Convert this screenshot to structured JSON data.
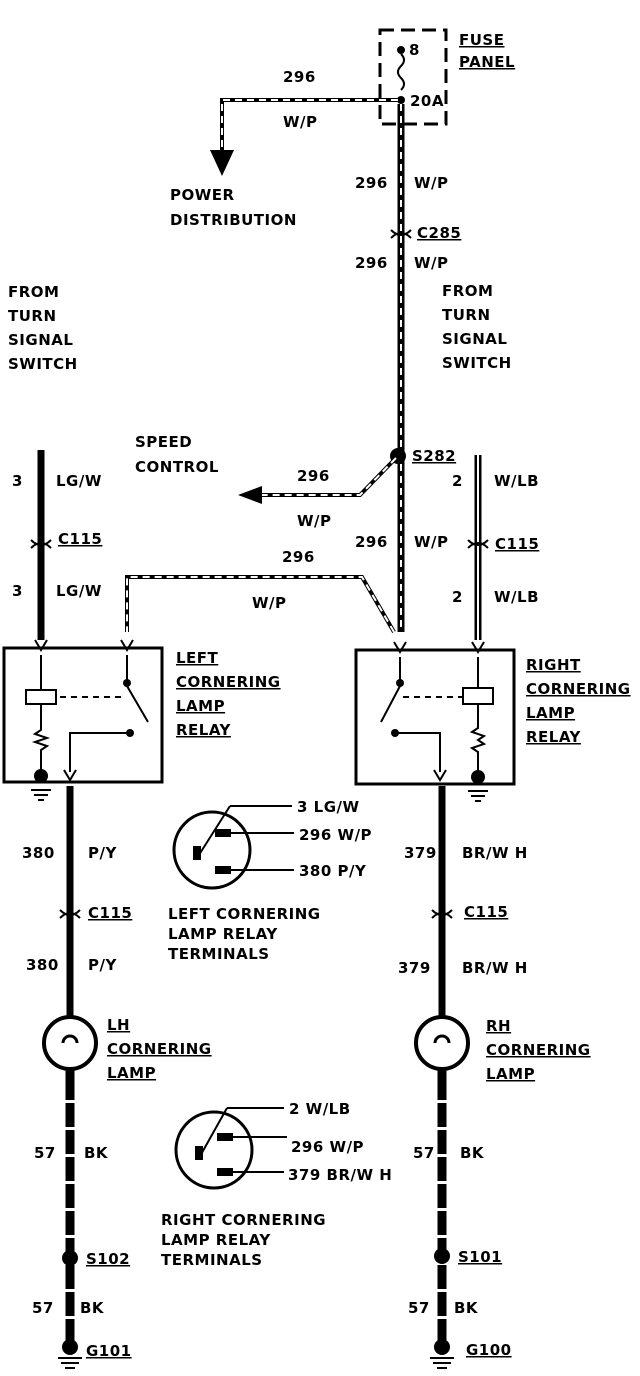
{
  "fuse_panel": {
    "label1": "FUSE",
    "label2": "PANEL",
    "fuse_number": "8",
    "fuse_rating": "20A"
  },
  "power_dist": {
    "circuit": "296",
    "color": "W/P",
    "label1": "POWER",
    "label2": "DISTRIBUTION"
  },
  "main_feed": {
    "upper_circuit": "296",
    "upper_color": "W/P",
    "connector": "C285",
    "lower_circuit": "296",
    "lower_color": "W/P",
    "splice": "S282",
    "below_splice_circuit": "296",
    "below_splice_color": "W/P"
  },
  "speed_control": {
    "label1": "SPEED",
    "label2": "CONTROL",
    "circuit": "296",
    "color": "W/P"
  },
  "cross_wire": {
    "circuit": "296",
    "color": "W/P"
  },
  "left_turn_signal": {
    "label1": "FROM",
    "label2": "TURN",
    "label3": "SIGNAL",
    "label4": "SWITCH",
    "upper_circuit": "3",
    "upper_color": "LG/W",
    "connector": "C115",
    "lower_circuit": "3",
    "lower_color": "LG/W"
  },
  "right_turn_signal": {
    "label1": "FROM",
    "label2": "TURN",
    "label3": "SIGNAL",
    "label4": "SWITCH",
    "upper_circuit": "2",
    "upper_color": "W/LB",
    "connector": "C115",
    "lower_circuit": "2",
    "lower_color": "W/LB"
  },
  "left_relay": {
    "line1": "LEFT",
    "line2": "CORNERING",
    "line3": "LAMP",
    "line4": "RELAY"
  },
  "right_relay": {
    "line1": "RIGHT",
    "line2": "CORNERING",
    "line3": "LAMP",
    "line4": "RELAY"
  },
  "left_output": {
    "upper_circuit": "380",
    "upper_color": "P/Y",
    "connector": "C115",
    "lower_circuit": "380",
    "lower_color": "P/Y"
  },
  "right_output": {
    "upper_circuit": "379",
    "upper_color": "BR/W H",
    "connector": "C115",
    "lower_circuit": "379",
    "lower_color": "BR/W H"
  },
  "left_terminals": {
    "pin1": "3 LG/W",
    "pin2": "296 W/P",
    "pin3": "380 P/Y",
    "caption1": "LEFT CORNERING",
    "caption2": "LAMP RELAY",
    "caption3": "TERMINALS"
  },
  "right_terminals": {
    "pin1": "2 W/LB",
    "pin2": "296 W/P",
    "pin3": "379 BR/W H",
    "caption1": "RIGHT CORNERING",
    "caption2": "LAMP RELAY",
    "caption3": "TERMINALS"
  },
  "left_lamp": {
    "line1": "LH",
    "line2": "CORNERING",
    "line3": "LAMP"
  },
  "right_lamp": {
    "line1": "RH",
    "line2": "CORNERING",
    "line3": "LAMP"
  },
  "left_ground": {
    "upper_circuit": "57",
    "upper_color": "BK",
    "splice": "S102",
    "lower_circuit": "57",
    "lower_color": "BK",
    "ground": "G101"
  },
  "right_ground": {
    "upper_circuit": "57",
    "upper_color": "BK",
    "splice": "S101",
    "lower_circuit": "57",
    "lower_color": "BK",
    "ground": "G100"
  }
}
